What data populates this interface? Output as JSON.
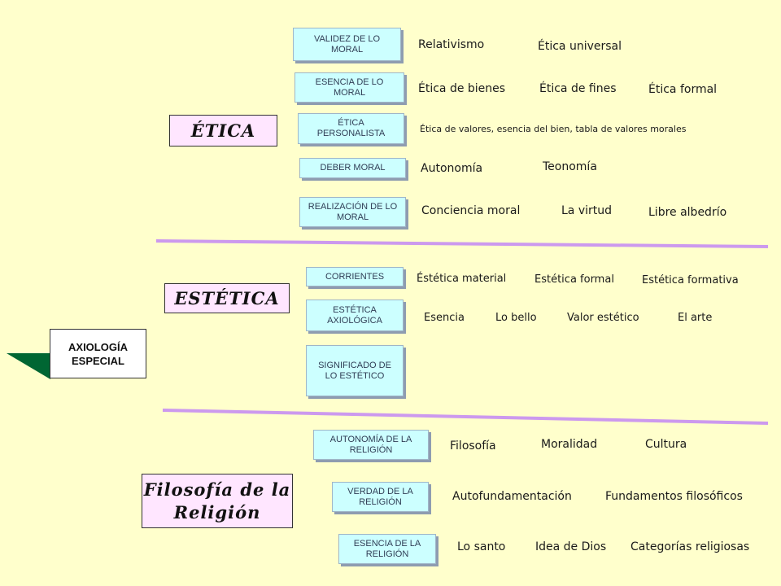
{
  "root": {
    "label": "AXIOLOGÍA ESPECIAL"
  },
  "sections": {
    "etica": {
      "title": "ÉTICA",
      "rows": [
        {
          "box": "VALIDEZ DE LO MORAL",
          "items": [
            "Relativismo",
            "Ética universal"
          ]
        },
        {
          "box": "ESENCIA DE LO MORAL",
          "items": [
            "Ética de bienes",
            "Ética de fines",
            "Ética formal"
          ]
        },
        {
          "box": "ÉTICA PERSONALISTA",
          "items": [
            "Ética de valores, esencia del bien, tabla de valores morales"
          ]
        },
        {
          "box": "DEBER MORAL",
          "items": [
            "Autonomía",
            "Teonomía"
          ]
        },
        {
          "box": "REALIZACIÓN DE LO MORAL",
          "items": [
            "Conciencia moral",
            "La virtud",
            "Libre albedrío"
          ]
        }
      ]
    },
    "estetica": {
      "title": "ESTÉTICA",
      "rows": [
        {
          "box": "CORRIENTES",
          "items": [
            "Éstética material",
            "Estética formal",
            "Estética formativa"
          ]
        },
        {
          "box": "ESTÉTICA AXIOLÓGICA",
          "items": [
            "Esencia",
            "Lo bello",
            "Valor estético",
            "El arte"
          ]
        },
        {
          "box": "SIGNIFICADO DE LO ESTÉTICO",
          "items": []
        }
      ]
    },
    "religion": {
      "title": "Filosofía de la Religión",
      "rows": [
        {
          "box": "AUTONOMÍA DE LA RELIGIÓN",
          "items": [
            "Filosofía",
            "Moralidad",
            "Cultura"
          ]
        },
        {
          "box": "VERDAD DE LA RELIGIÓN",
          "items": [
            "Autofundamentación",
            "Fundamentos filosóficos"
          ]
        },
        {
          "box": "ESENCIA DE LA RELIGIÓN",
          "items": [
            "Lo santo",
            "Idea de Dios",
            "Categorías religiosas"
          ]
        }
      ]
    }
  },
  "colors": {
    "background": "#FFFFCC",
    "subtopic_box": "#CCFFFF",
    "topic_box": "#FFE6FF",
    "divider": "#CC99EE",
    "arrow": "#006633"
  }
}
